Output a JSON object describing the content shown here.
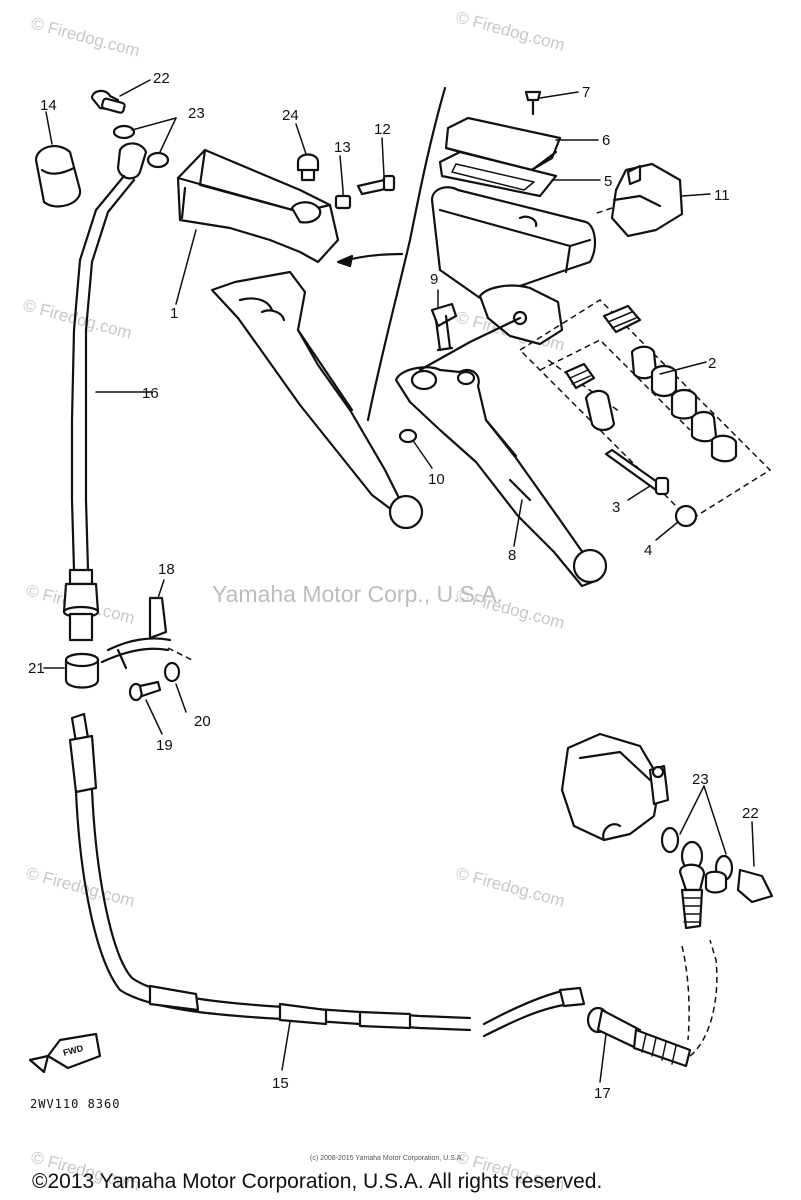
{
  "diagram": {
    "watermarks": {
      "repeated": "© Firedog.com",
      "center": "Yamaha Motor Corp., U.S.A."
    },
    "callouts": {
      "c1": "1",
      "c2": "2",
      "c3": "3",
      "c4": "4",
      "c5": "5",
      "c6": "6",
      "c7": "7",
      "c8": "8",
      "c9": "9",
      "c10": "10",
      "c11": "11",
      "c12": "12",
      "c13": "13",
      "c14": "14",
      "c15": "15",
      "c16": "16",
      "c17": "17",
      "c18": "18",
      "c19": "19",
      "c20": "20",
      "c21": "21",
      "c22a": "22",
      "c22b": "22",
      "c23a": "23",
      "c23b": "23",
      "c24": "24"
    },
    "fwd_label": "FWD",
    "drawing_code": "2WV110 8360",
    "small_copyright": "(c) 2008-2015 Yamaha Motor Corporation, U.S.A.",
    "footer_copyright": "©2013 Yamaha Motor Corporation, U.S.A. All rights reserved."
  }
}
